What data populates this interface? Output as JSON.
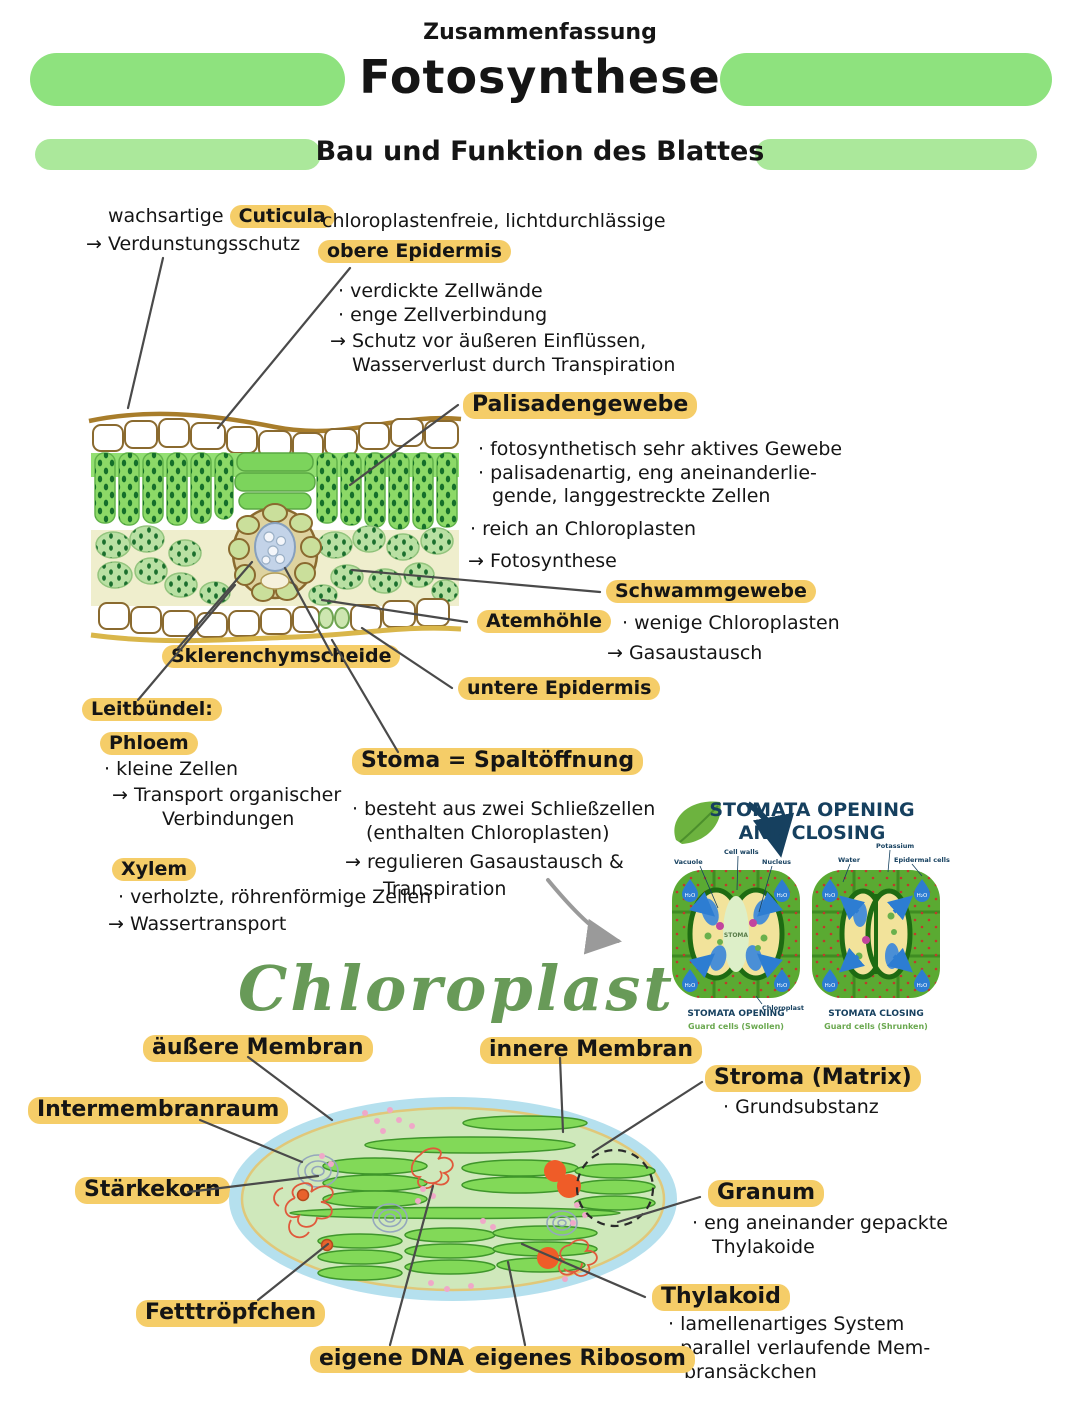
{
  "page": {
    "kicker": "Zusammenfassung",
    "title": "Fotosynthese",
    "section": "Bau und Funktion des Blattes"
  },
  "colors": {
    "pill_green": "#8ee27e",
    "bar_green": "#abe89b",
    "highlight_yellow": "#f5cd68",
    "chloroplast_title_green": "#689a58",
    "figure_navy": "#16405f",
    "figure_caption_green": "#6aa84f"
  },
  "leaf_notes": {
    "cuticula": {
      "pre": "wachsartige",
      "label": "Cuticula",
      "a1": "→ Verdunstungsschutz"
    },
    "obere_epidermis": {
      "intro": "chloroplastenfreie, lichtdurchlässige",
      "label": "obere Epidermis",
      "b1": "· verdickte Zellwände",
      "b2": "· enge Zellverbindung",
      "a1": "→ Schutz vor äußeren Einflüssen,",
      "a2": "Wasserverlust durch Transpiration"
    },
    "palisadengewebe": {
      "label": "Palisadengewebe",
      "b1": "· fotosynthetisch sehr aktives Gewebe",
      "b2": "· palisadenartig, eng aneinanderlie-",
      "b3": "gende, langgestreckte Zellen",
      "b4": "· reich an Chloroplasten",
      "a1": "→ Fotosynthese"
    },
    "schwammgewebe": {
      "label": "Schwammgewebe",
      "b1": "· wenige Chloroplasten",
      "a1": "→ Gasaustausch"
    },
    "atemhoehle": {
      "label": "Atemhöhle"
    },
    "untere_epidermis": {
      "label": "untere Epidermis"
    },
    "sklerenchymscheide": {
      "label": "Sklerenchymscheide"
    },
    "leitbuendel": {
      "label": "Leitbündel:"
    },
    "phloem": {
      "label": "Phloem",
      "b1": "· kleine Zellen",
      "a1": "→ Transport organischer",
      "a2": "Verbindungen"
    },
    "xylem": {
      "label": "Xylem",
      "b1": "· verholzte, röhrenförmige Zellen",
      "a1": "→ Wassertransport"
    },
    "stoma": {
      "label": "Stoma  =  Spaltöffnung",
      "b1": "· besteht aus zwei Schließzellen",
      "b2": "(enthalten Chloroplasten)",
      "a1": "→ regulieren Gasaustausch &",
      "a2": "Transpiration"
    }
  },
  "stomata_figure": {
    "title_line1": "STOMATA OPENING",
    "title_line2": "AND CLOSING",
    "labels": {
      "vacuole": "Vacuole",
      "cell_walls": "Cell walls",
      "nucleus": "Nucleus",
      "chloroplast": "Chloroplast",
      "water": "Water",
      "potassium": "Potassium",
      "epidermal_cells": "Epidermal cells",
      "stoma": "STOMA",
      "h2o": "H₂O"
    },
    "caption_open_title": "STOMATA OPENING",
    "caption_open_sub": "Guard cells (Swollen)",
    "caption_close_title": "STOMATA CLOSING",
    "caption_close_sub": "Guard cells (Shrunken)"
  },
  "chloroplast": {
    "title": "Chloroplast",
    "aeussere_membran": "äußere Membran",
    "innere_membran": "innere Membran",
    "stroma": {
      "label": "Stroma (Matrix)",
      "b1": "· Grundsubstanz"
    },
    "intermembranraum": "Intermembranraum",
    "staerkekorn": "Stärkekorn",
    "granum": {
      "label": "Granum",
      "b1": "· eng aneinander gepackte",
      "b2": "Thylakoide"
    },
    "fetttroepfchen": "Fetttröpfchen",
    "thylakoid": {
      "label": "Thylakoid",
      "b1": "· lamellenartiges System",
      "b2": "· parallel verlaufende Mem-",
      "b3": "bransäckchen"
    },
    "eigene_dna": "eigene DNA",
    "eigenes_ribosom": "eigenes Ribosom"
  }
}
